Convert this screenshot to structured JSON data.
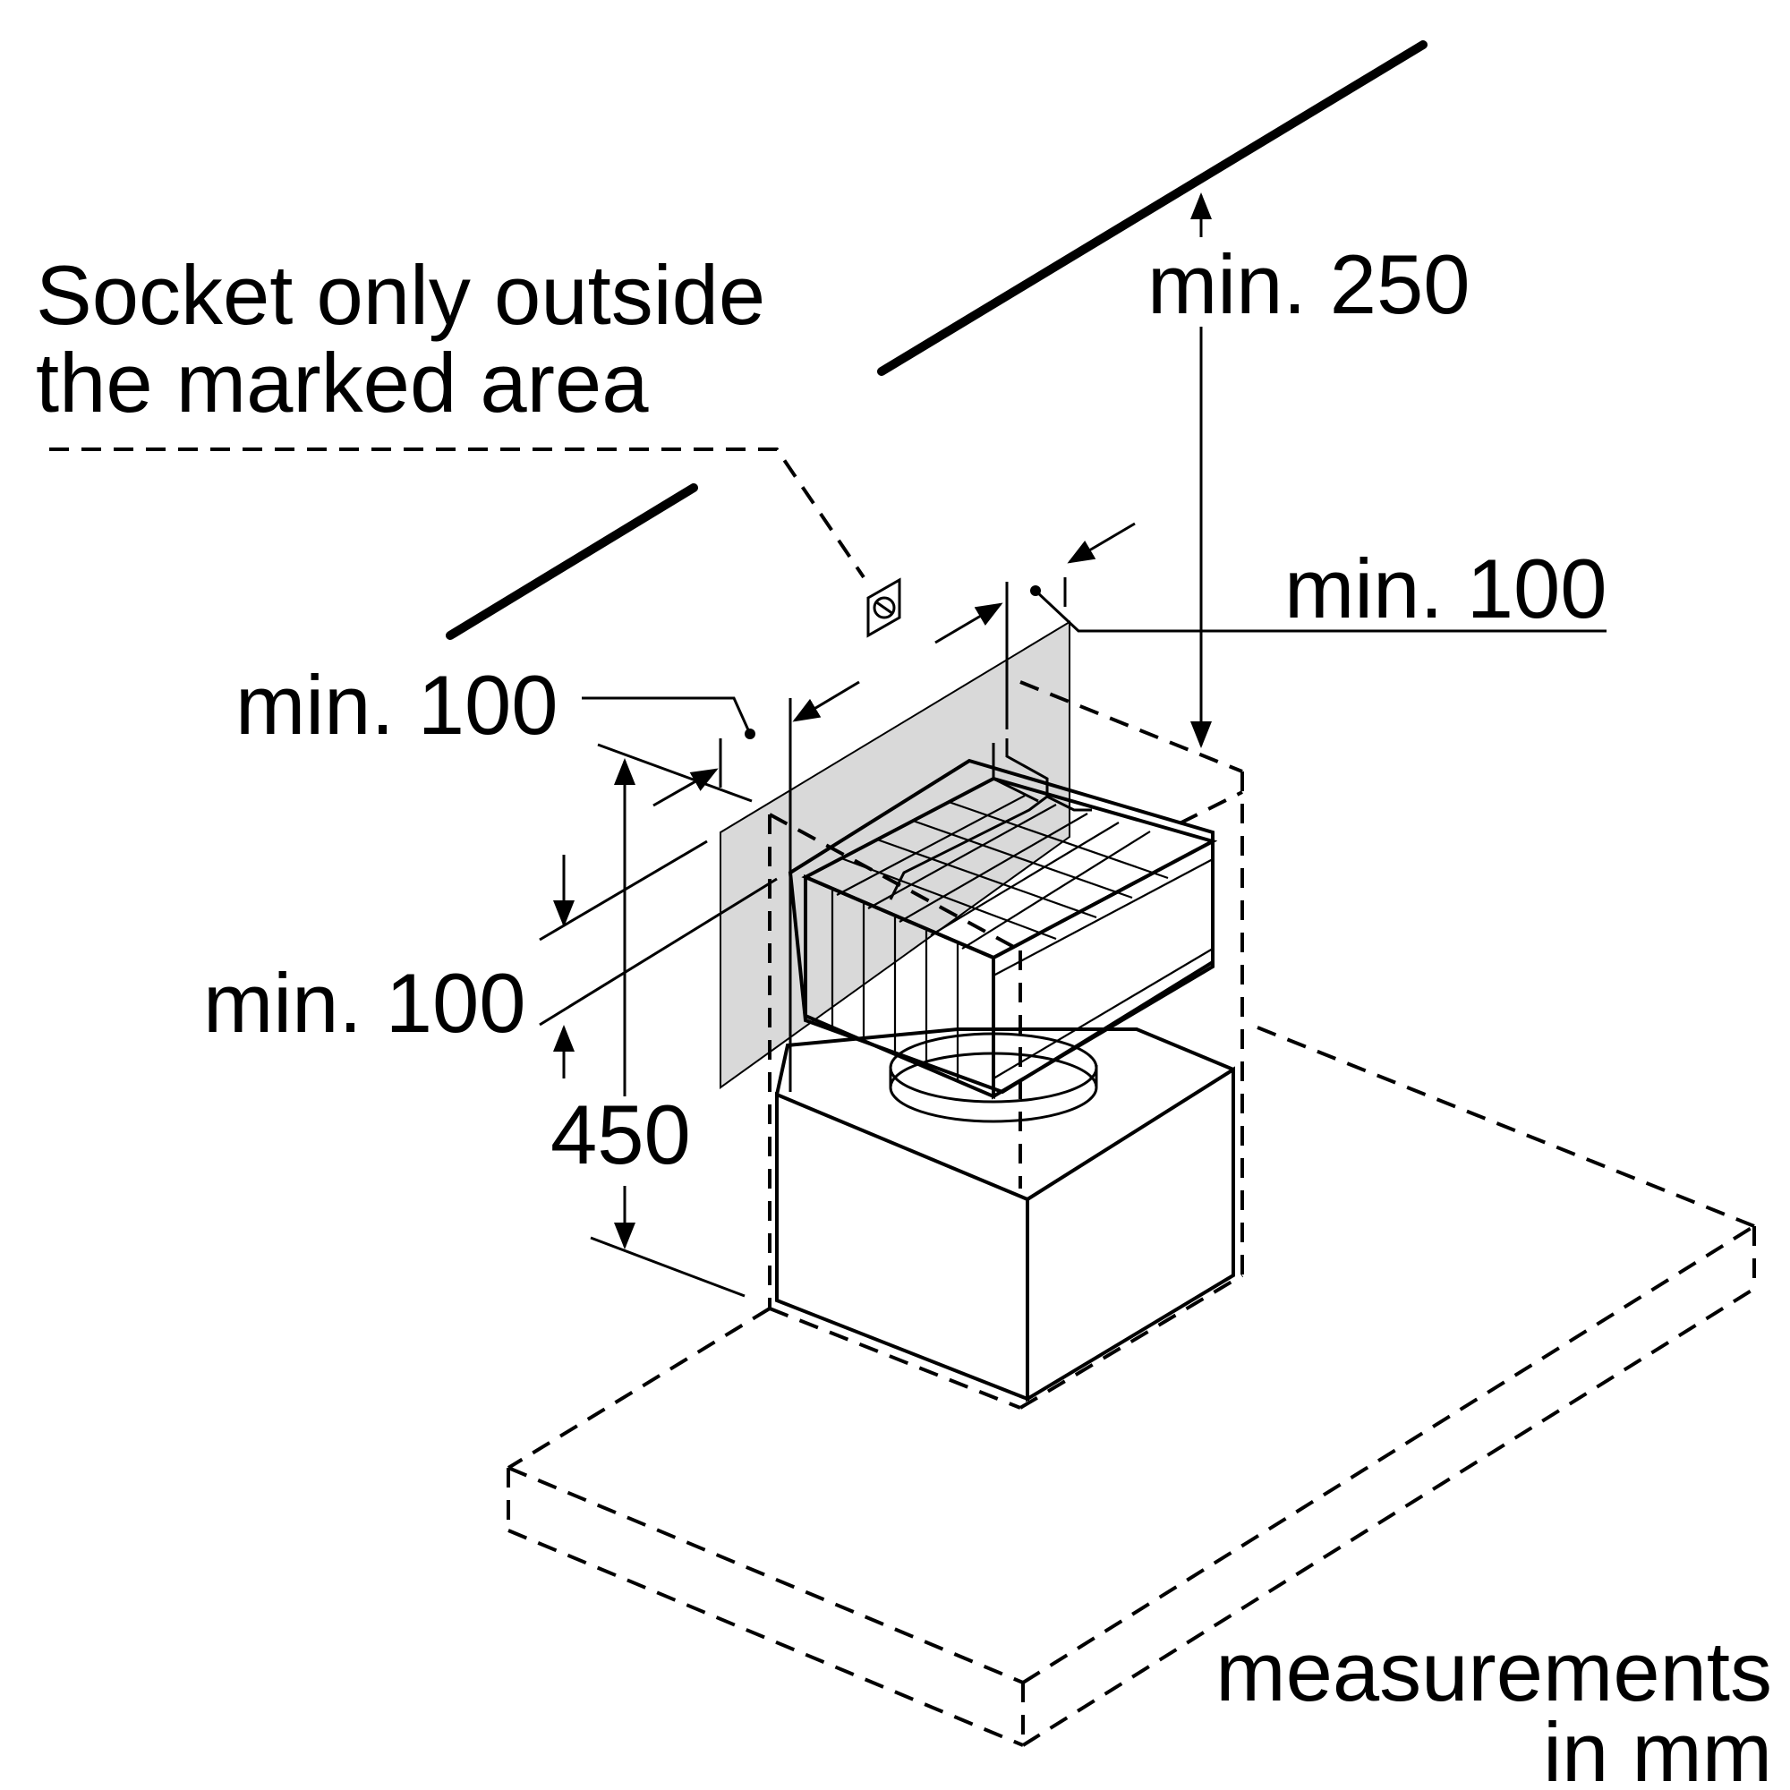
{
  "labels": {
    "socket_note_line1": "Socket only outside",
    "socket_note_line2": "the marked area",
    "dim_top_right": "min. 250",
    "dim_right_side": "min. 100",
    "dim_left_side": "min. 100",
    "dim_lower_left": "min. 100",
    "dim_height": "450",
    "units_line1": "measurements",
    "units_line2": "in mm"
  },
  "colors": {
    "line": "#000000",
    "marked_area": "#d9d9d9",
    "background": "#ffffff"
  }
}
